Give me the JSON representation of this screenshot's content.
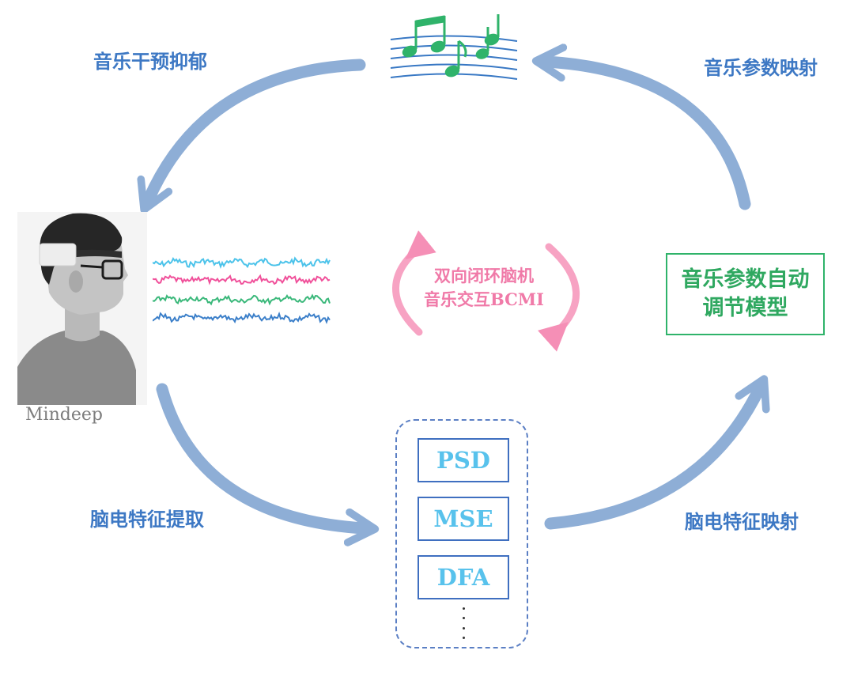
{
  "labels": {
    "music_intervention": "音乐干预抑郁",
    "music_param_mapping": "音乐参数映射",
    "eeg_feature_extraction": "脑电特征提取",
    "eeg_feature_mapping": "脑电特征映射"
  },
  "center": {
    "line1": "双向闭环脑机",
    "line2": "音乐交互BCMI"
  },
  "model": {
    "line1": "音乐参数自动",
    "line2": "调节模型"
  },
  "features": [
    "PSD",
    "MSE",
    "DFA"
  ],
  "person_caption": "Mindeep",
  "colors": {
    "arrow": "#8eaed6",
    "label_blue": "#3d78c4",
    "center_pink": "#f07aa8",
    "model_green": "#2fb36a",
    "feature_text": "#58c2ec",
    "feature_border": "#3f6fc0",
    "eeg_cyan": "#4cc3ea",
    "eeg_pink": "#f0509a",
    "eeg_green": "#3ab87a",
    "eeg_blue": "#3b7fc9"
  },
  "icons": {
    "music": "music-notes-staff-icon",
    "cycle": "circular-arrows-icon",
    "person": "person-with-eeg-headband-icon",
    "eeg": "eeg-waveform-icon"
  }
}
